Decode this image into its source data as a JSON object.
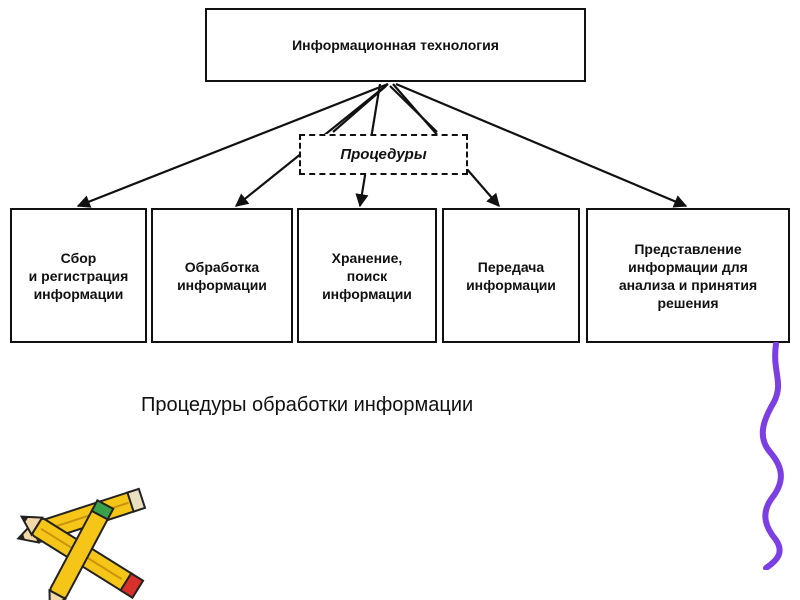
{
  "diagram": {
    "top_node": "Информационная технология",
    "middle_node": "Процедуры",
    "procedures": [
      "Сбор\nи регистрация\nинформации",
      "Обработка\nинформации",
      "Хранение,\nпоиск\nинформации",
      "Передача\nинформации",
      "Представление\nинформации для\nанализа и принятия\nрешения"
    ]
  },
  "caption": "Процедуры обработки информации",
  "decor": {
    "squiggle_color": "#7b3fe4",
    "pencil_body_color": "#f5c518",
    "pencil_tip_color": "#d8302a"
  }
}
